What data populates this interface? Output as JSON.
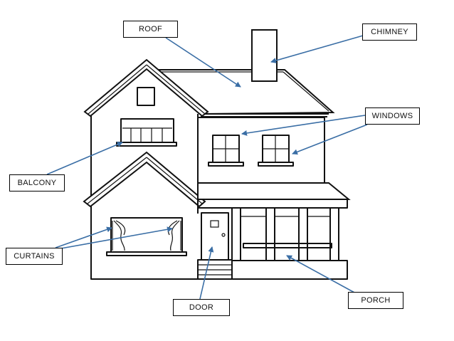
{
  "labels": {
    "roof": "ROOF",
    "chimney": "CHIMNEY",
    "windows": "WINDOWS",
    "balcony": "BALCONY",
    "curtains": "CURTAINS",
    "door": "DOOR",
    "porch": "PORCH"
  },
  "colors": {
    "pointer": "#3a6ea5",
    "outline": "#111111",
    "background": "#ffffff"
  }
}
